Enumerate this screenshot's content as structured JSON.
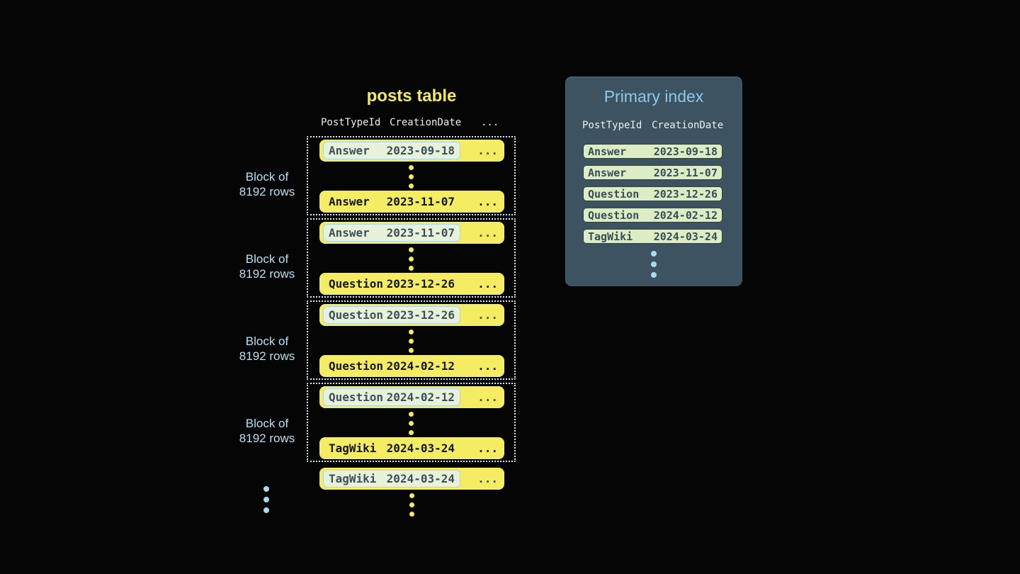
{
  "colors": {
    "background": "#050505",
    "row_yellow": "#f4ed64",
    "title_yellow": "#f2eb61",
    "highlight_green": "#e8f1da",
    "highlight_border_blue": "#a9d8ea",
    "block_border_dotted": "#d8ecf6",
    "label_light_blue": "#b7e0f2",
    "panel_background": "#3d5361",
    "panel_title_blue": "#8acae9",
    "index_chip_green": "#dcedc6",
    "dot_yellow": "#f2eb61",
    "dot_blue": "#a8dbef"
  },
  "posts_table": {
    "title": "posts table",
    "headers": {
      "col1": "PostTypeId",
      "col2": "CreationDate",
      "more": "..."
    },
    "block_label": {
      "line1": "Block of",
      "line2": "8192 rows"
    },
    "ellipsis": "...",
    "blocks": [
      {
        "first_row": {
          "post_type": "Answer",
          "creation_date": "2023-09-18"
        },
        "last_row": {
          "post_type": "Answer",
          "creation_date": "2023-11-07"
        }
      },
      {
        "first_row": {
          "post_type": "Answer",
          "creation_date": "2023-11-07"
        },
        "last_row": {
          "post_type": "Question",
          "creation_date": "2023-12-26"
        }
      },
      {
        "first_row": {
          "post_type": "Question",
          "creation_date": "2023-12-26"
        },
        "last_row": {
          "post_type": "Question",
          "creation_date": "2024-02-12"
        }
      },
      {
        "first_row": {
          "post_type": "Question",
          "creation_date": "2024-02-12"
        },
        "last_row": {
          "post_type": "TagWiki",
          "creation_date": "2024-03-24"
        }
      }
    ],
    "overflow_row": {
      "post_type": "TagWiki",
      "creation_date": "2024-03-24"
    }
  },
  "primary_index": {
    "title": "Primary index",
    "headers": {
      "col1": "PostTypeId",
      "col2": "CreationDate"
    },
    "rows": [
      {
        "post_type": "Answer",
        "creation_date": "2023-09-18"
      },
      {
        "post_type": "Answer",
        "creation_date": "2023-11-07"
      },
      {
        "post_type": "Question",
        "creation_date": "2023-12-26"
      },
      {
        "post_type": "Question",
        "creation_date": "2024-02-12"
      },
      {
        "post_type": "TagWiki",
        "creation_date": "2024-03-24"
      }
    ]
  }
}
